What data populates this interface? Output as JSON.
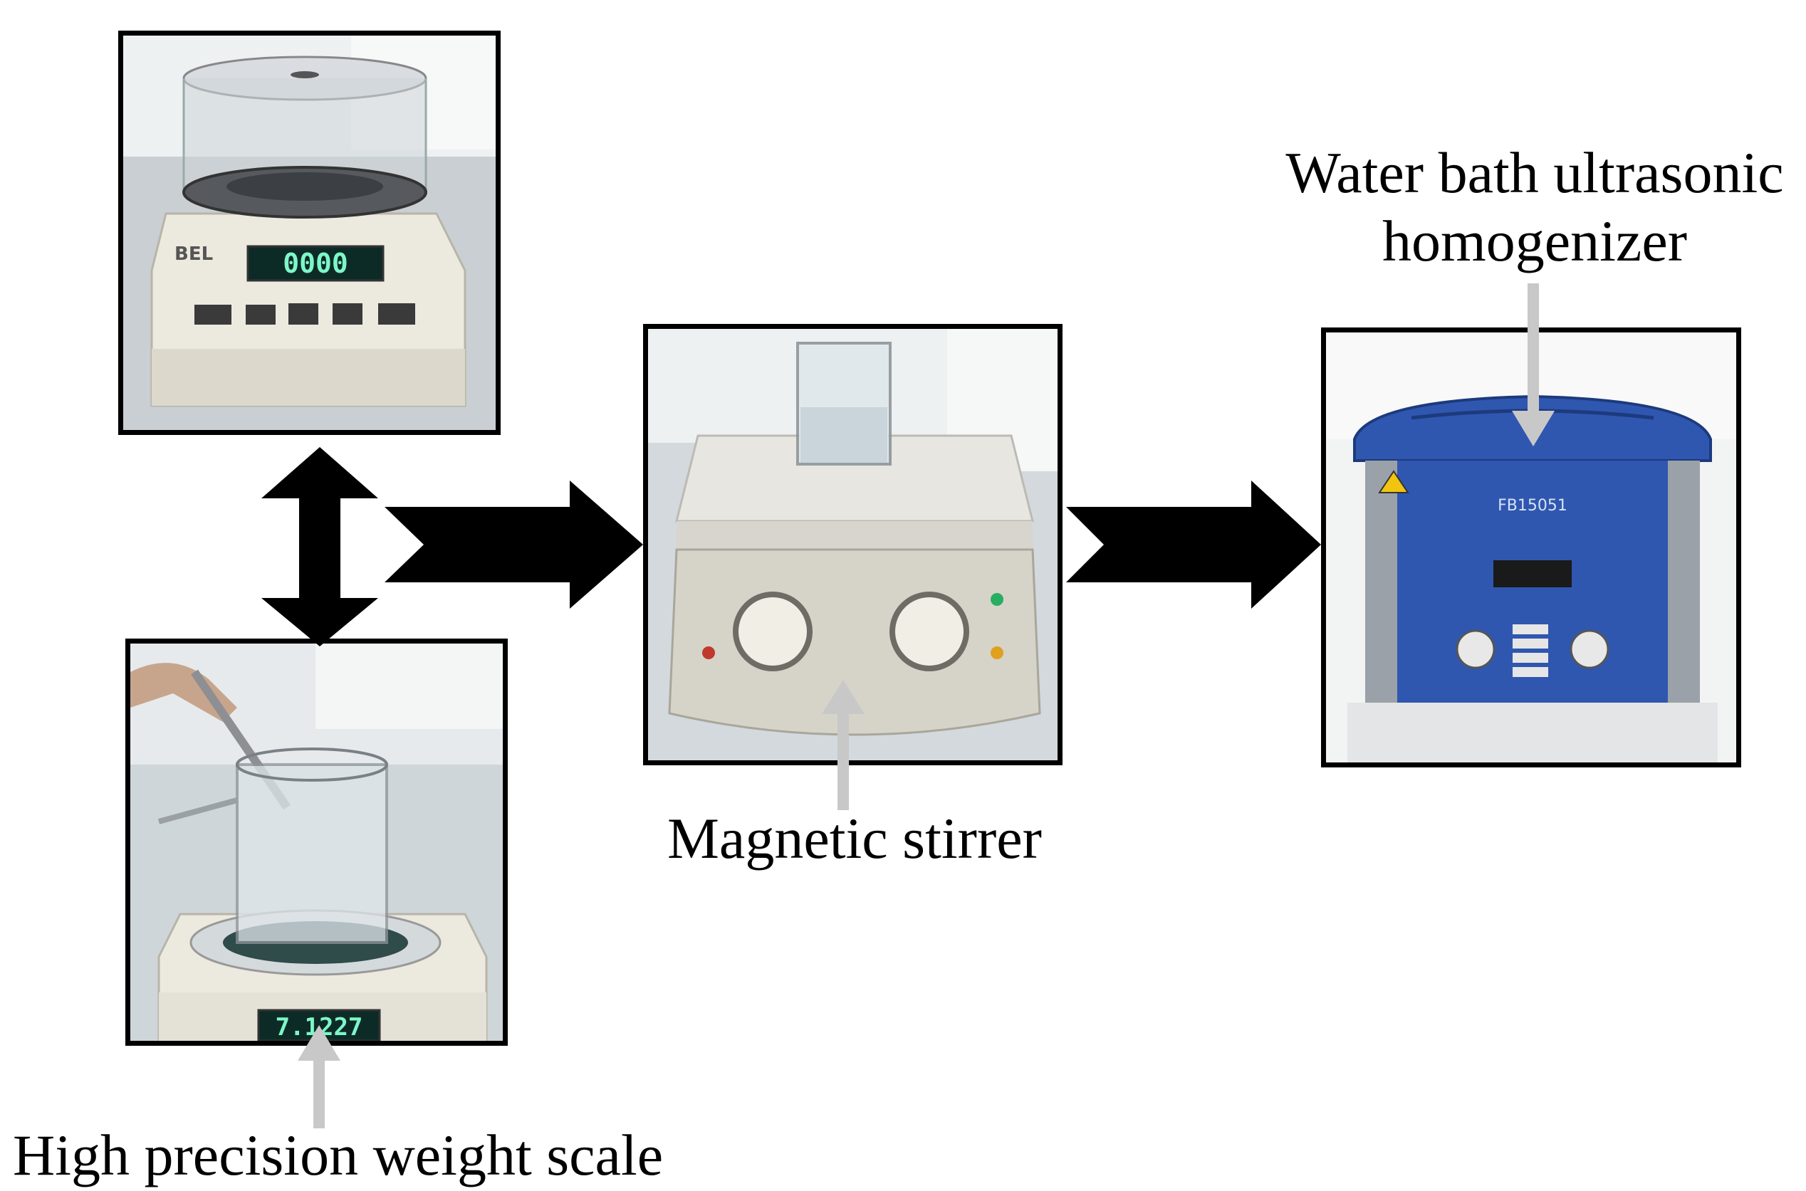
{
  "labels": {
    "scale": "High precision weight scale",
    "stirrer": "Magnetic stirrer",
    "ultrasonic_line1": "Water bath ultrasonic",
    "ultrasonic_line2": "homogenizer"
  },
  "device_text": {
    "scale_top_display": "0000",
    "scale_top_brand": "BEL",
    "scale_bottom_display": "7.1227",
    "bath_model": "FB15051"
  },
  "colors": {
    "frame": "#000000",
    "pointer_arrow": "#c8c8c8",
    "flow_arrow": "#000000",
    "bath_blue": "#2f57b0",
    "lcd_green": "#7df7c8"
  }
}
